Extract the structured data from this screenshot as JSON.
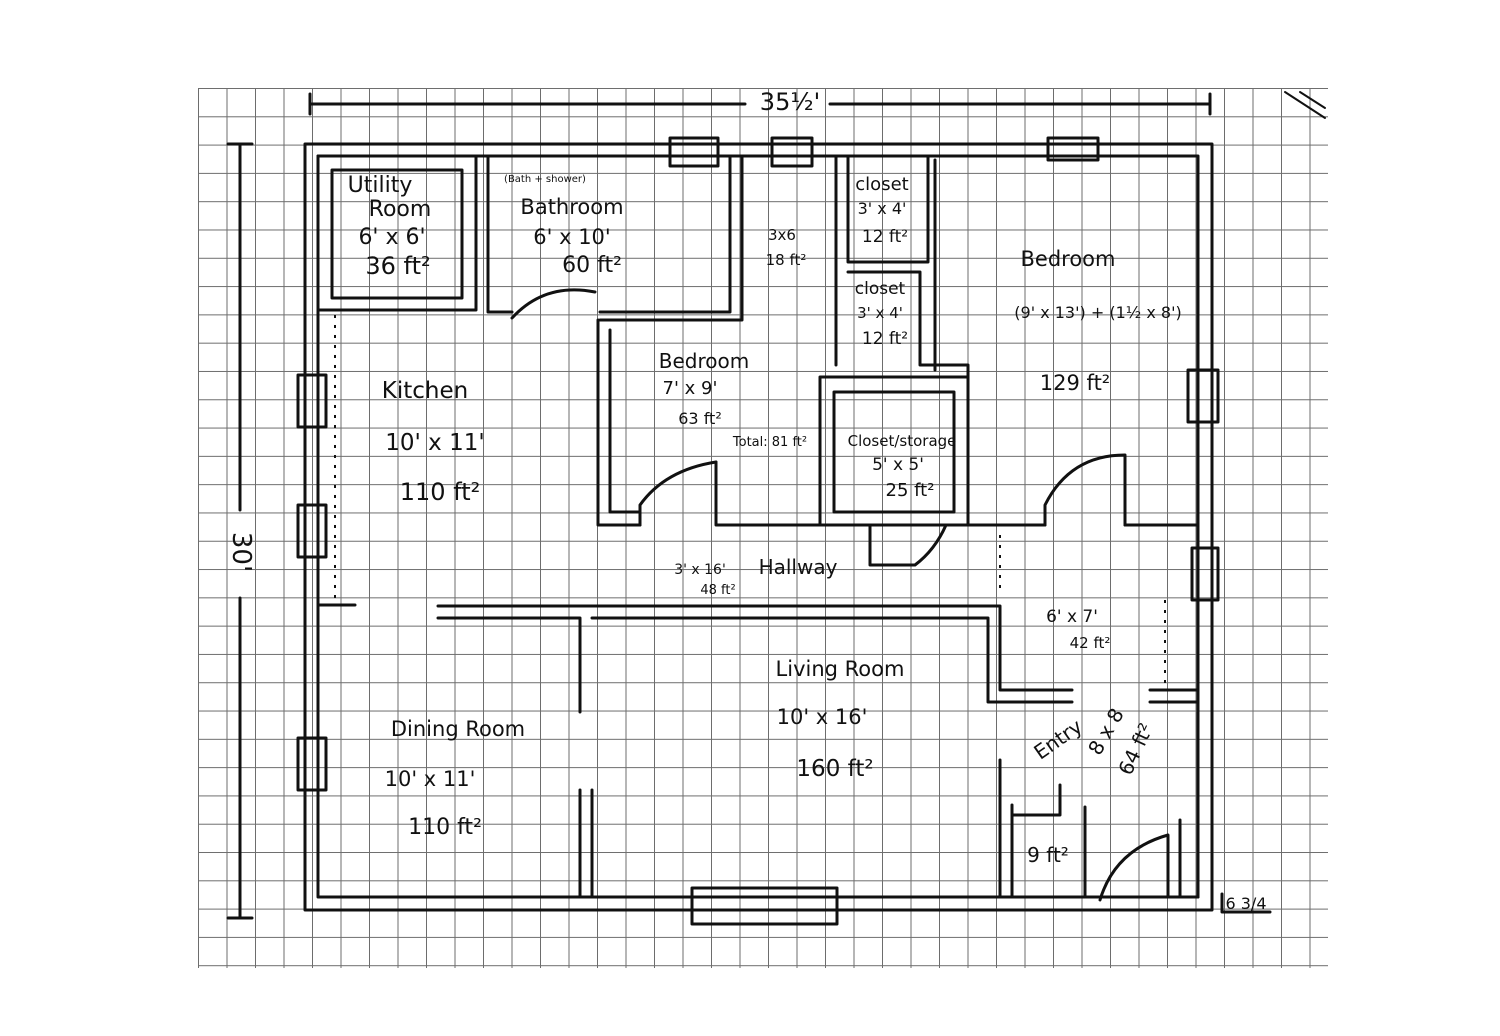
{
  "dimensions": {
    "width": "35½'",
    "height": "30'",
    "offset": "6 3/4"
  },
  "rooms": {
    "utility": {
      "name_line1": "Utility",
      "name_line2": "Room",
      "size": "6' x 6'",
      "area": "36 ft²"
    },
    "bathroom": {
      "note": "(Bath + shower)",
      "name": "Bathroom",
      "size": "6' x 10'",
      "area": "60 ft²"
    },
    "small_space": {
      "size": "3x6",
      "area": "18 ft²"
    },
    "closet_top": {
      "name": "closet",
      "size": "3' x 4'",
      "area": "12 ft²"
    },
    "closet_middle": {
      "name": "closet",
      "size": "3' x 4'",
      "area": "12 ft²"
    },
    "bedroom_right": {
      "name": "Bedroom",
      "size": "(9' x 13') + (1½ x 8')",
      "area": "129 ft²"
    },
    "kitchen": {
      "name": "Kitchen",
      "size": "10' x 11'",
      "area": "110 ft²"
    },
    "bedroom_middle": {
      "name": "Bedroom",
      "size": "7' x 9'",
      "area": "63 ft²",
      "total": "Total: 81 ft²"
    },
    "closet_storage": {
      "name": "Closet/storage",
      "size": "5' x 5'",
      "area": "25 ft²"
    },
    "hallway": {
      "size": "3' x 16'",
      "name": "Hallway",
      "area": "48 ft²"
    },
    "hall_annex": {
      "size": "6' x 7'",
      "area": "42 ft²"
    },
    "living_room": {
      "name": "Living Room",
      "size": "10' x 16'",
      "area": "160 ft²"
    },
    "dining_room": {
      "name": "Dining Room",
      "size": "10' x 11'",
      "area": "110 ft²"
    },
    "entry": {
      "name": "Entry",
      "size": "8 x 8",
      "area": "64 ft²"
    },
    "entry_closet": {
      "area": "9 ft²"
    }
  },
  "colors": {
    "ink": "#111111",
    "grid": "#6d6d6d",
    "paper": "#ffffff"
  }
}
